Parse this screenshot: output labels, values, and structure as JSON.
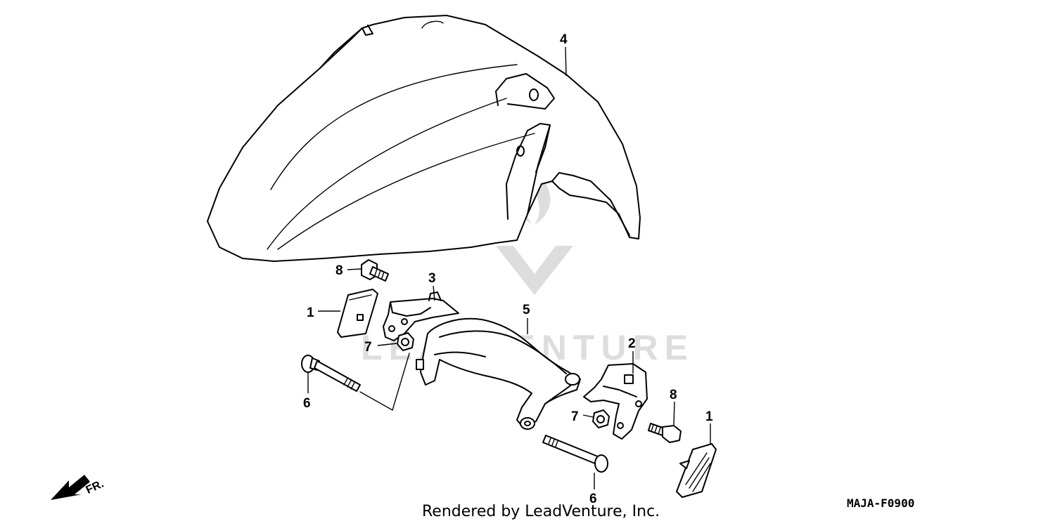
{
  "diagram": {
    "diagram_code": "MAJA-F0900",
    "credit": "Rendered by LeadVenture, Inc.",
    "watermark": "LEADVENTURE",
    "direction_label": "FR.",
    "callouts": {
      "c1a": "1",
      "c1b": "1",
      "c2": "2",
      "c3": "3",
      "c4": "4",
      "c5": "5",
      "c6a": "6",
      "c6b": "6",
      "c7a": "7",
      "c7b": "7",
      "c8a": "8",
      "c8b": "8"
    }
  }
}
